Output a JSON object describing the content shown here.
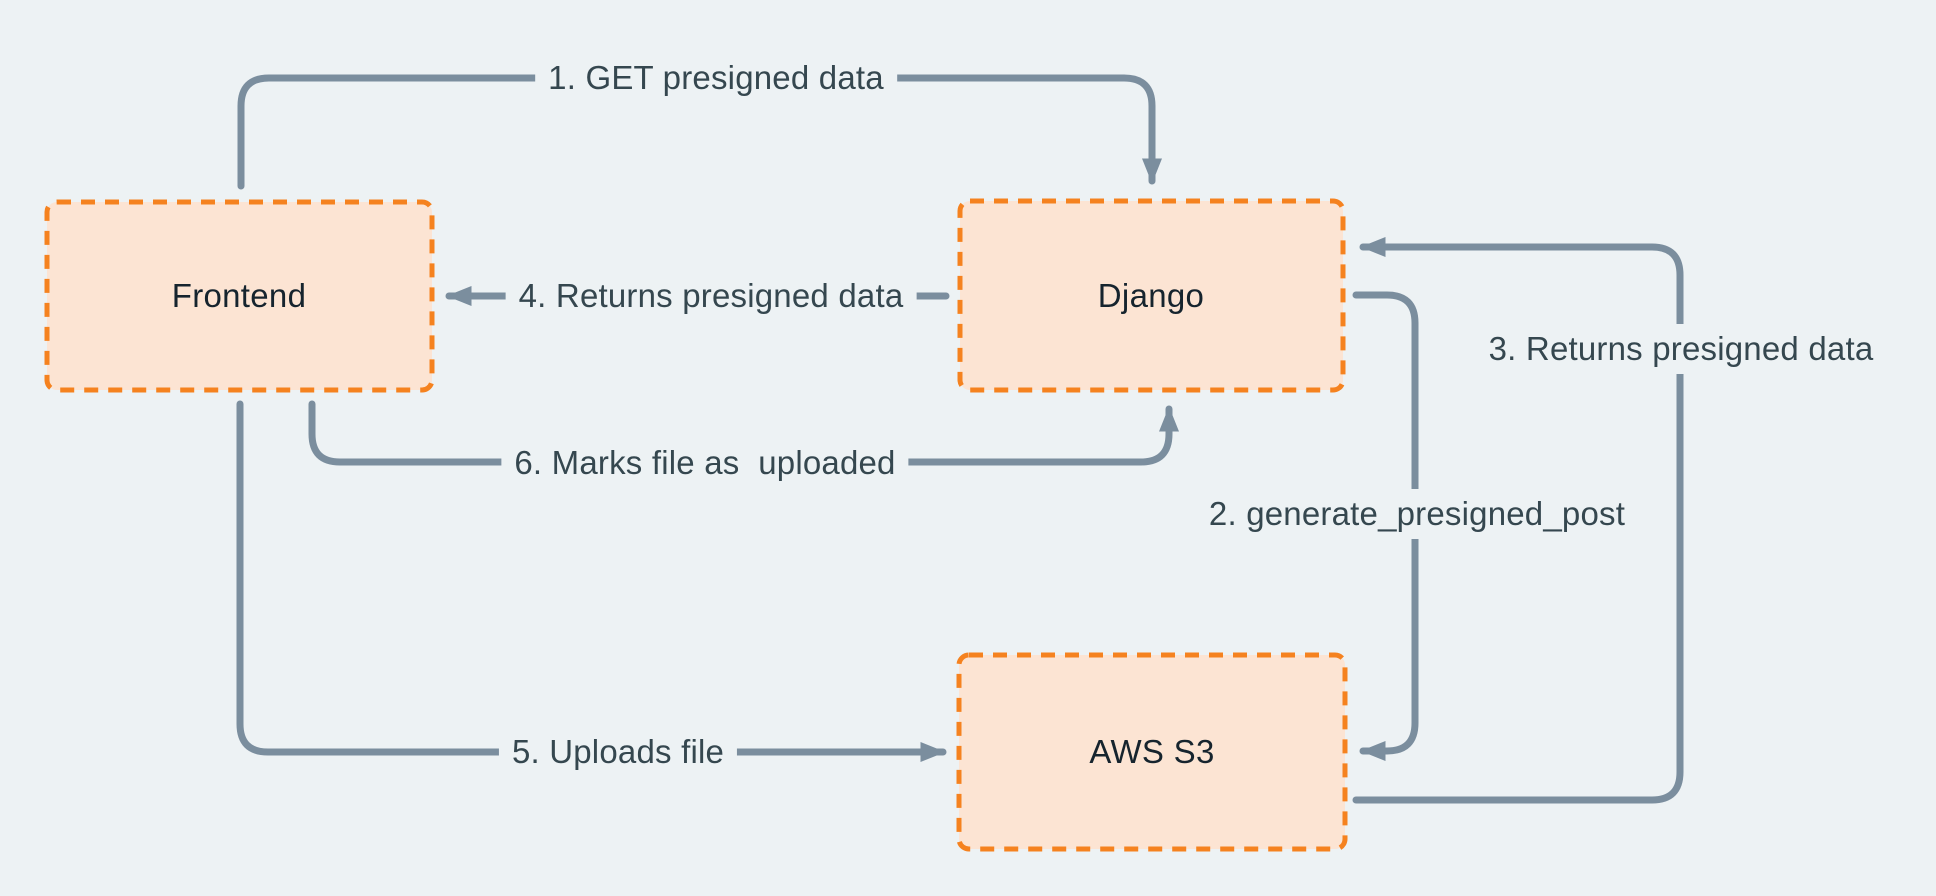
{
  "diagram": {
    "type": "flow-diagram",
    "description": "Presigned upload flow between Frontend, Django and AWS S3",
    "colors": {
      "background": "#edf2f4",
      "node_fill": "#fce4d3",
      "node_border": "#f5821f",
      "connector": "#7b8e9e",
      "edge_label_text": "#35474f",
      "node_label_text": "#16242e"
    },
    "nodes": {
      "frontend": {
        "label": "Frontend"
      },
      "django": {
        "label": "Django"
      },
      "aws_s3": {
        "label": "AWS S3"
      }
    },
    "edges": {
      "e1": {
        "label": "1. GET presigned data",
        "from": "Frontend",
        "to": "Django"
      },
      "e2": {
        "label": "2. generate_presigned_post",
        "from": "Django",
        "to": "AWS S3"
      },
      "e3": {
        "label": "3. Returns presigned data",
        "from": "AWS S3",
        "to": "Django"
      },
      "e4": {
        "label": "4. Returns presigned data",
        "from": "Django",
        "to": "Frontend"
      },
      "e5": {
        "label": "5. Uploads file",
        "from": "Frontend",
        "to": "AWS S3"
      },
      "e6": {
        "label": "6. Marks file as  uploaded",
        "from": "Frontend",
        "to": "Django"
      }
    }
  }
}
